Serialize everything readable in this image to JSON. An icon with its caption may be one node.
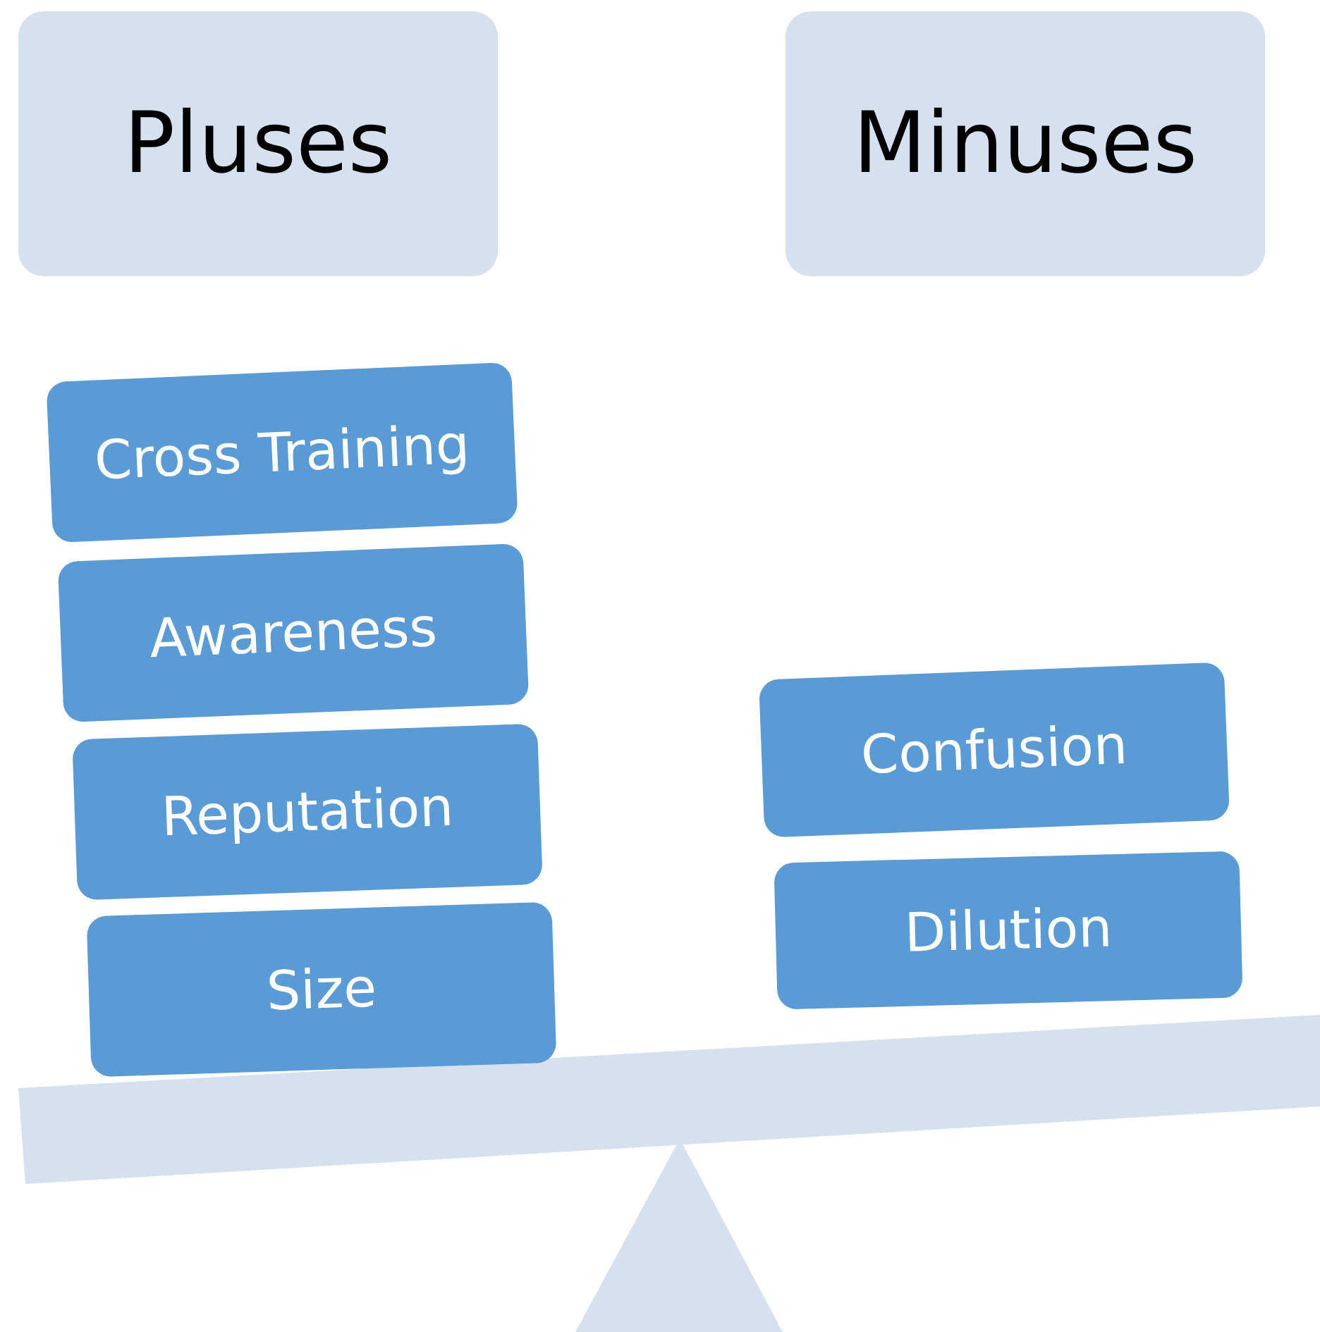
{
  "diagram": {
    "nodes": [
      {
        "text": [
          "Pluses"
        ]
      },
      {
        "text": [
          "Minuses"
        ]
      },
      {
        "text": [
          "Cross Training"
        ]
      },
      {
        "text": [
          "Awareness"
        ]
      },
      {
        "text": [
          "Reputation"
        ]
      },
      {
        "text": [
          "Size"
        ]
      },
      {
        "text": [
          "Confusion"
        ]
      },
      {
        "text": [
          "Dilution"
        ]
      }
    ]
  }
}
